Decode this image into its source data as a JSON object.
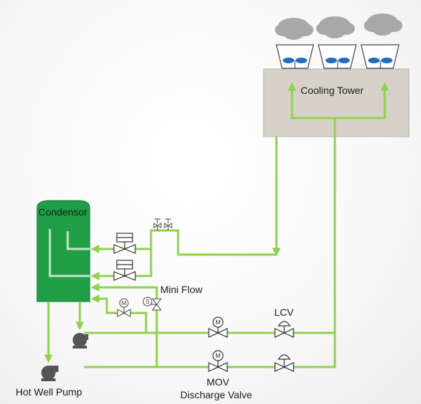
{
  "labels": {
    "cooling_tower": "Cooling Tower",
    "condensor": "Condensor",
    "mini_flow": "Mini Flow",
    "lcv": "LCV",
    "mov": "MOV",
    "discharge_valve": "Discharge Valve",
    "hot_well_pump": "Hot Well Pump"
  },
  "symbols": {
    "motor_letter": "M",
    "solenoid_letter": "S"
  },
  "colors": {
    "pipe": "#8fd14f",
    "condensor": "#1f9e46",
    "tower_box": "#d7d2c8",
    "fan_blade": "#1e6fc0",
    "cloud": "#a8a8a8",
    "pump": "#555555"
  }
}
